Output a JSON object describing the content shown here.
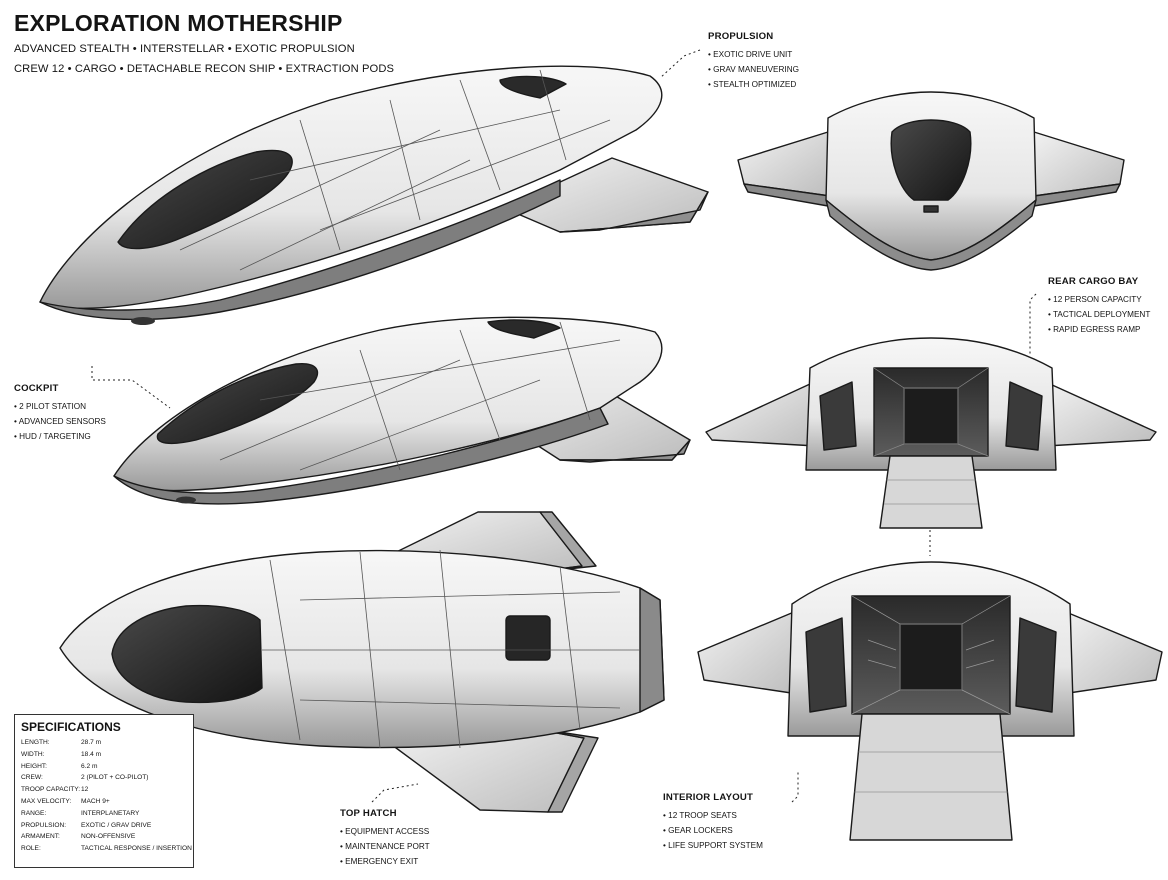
{
  "header": {
    "title": "EXPLORATION MOTHERSHIP",
    "subtitle_1": "ADVANCED STEALTH • INTERSTELLAR • EXOTIC PROPULSION",
    "subtitle_2": "CREW 12 • CARGO • DETACHABLE RECON SHIP • EXTRACTION PODS"
  },
  "callouts": {
    "propulsion": {
      "title": "PROPULSION",
      "items": [
        "• EXOTIC DRIVE UNIT",
        "• GRAV MANEUVERING",
        "• STEALTH OPTIMIZED"
      ]
    },
    "cockpit": {
      "title": "COCKPIT",
      "items": [
        "• 2 PILOT STATION",
        "• ADVANCED SENSORS",
        "• HUD / TARGETING"
      ]
    },
    "rear_cargo_bay": {
      "title": "REAR CARGO BAY",
      "items": [
        "• 12 PERSON CAPACITY",
        "• TACTICAL DEPLOYMENT",
        "• RAPID EGRESS RAMP"
      ]
    },
    "top_hatch": {
      "title": "TOP HATCH",
      "items": [
        "• EQUIPMENT ACCESS",
        "• MAINTENANCE PORT",
        "• EMERGENCY EXIT"
      ]
    },
    "interior_layout": {
      "title": "INTERIOR LAYOUT",
      "items": [
        "• 12 TROOP SEATS",
        "• GEAR LOCKERS",
        "• LIFE SUPPORT SYSTEM"
      ]
    }
  },
  "specifications": {
    "title": "SPECIFICATIONS",
    "rows": [
      {
        "label": "LENGTH:",
        "value": "28.7 m"
      },
      {
        "label": "WIDTH:",
        "value": "18.4 m"
      },
      {
        "label": "HEIGHT:",
        "value": "6.2 m"
      },
      {
        "label": "CREW:",
        "value": "2 (PILOT + CO-PILOT)"
      },
      {
        "label": "TROOP CAPACITY:",
        "value": "12"
      },
      {
        "label": "MAX VELOCITY:",
        "value": "MACH 9+"
      },
      {
        "label": "RANGE:",
        "value": "INTERPLANETARY"
      },
      {
        "label": "PROPULSION:",
        "value": "EXOTIC / GRAV DRIVE"
      },
      {
        "label": "ARMAMENT:",
        "value": "NON-OFFENSIVE"
      },
      {
        "label": "ROLE:",
        "value": "TACTICAL RESPONSE / INSERTION"
      }
    ]
  },
  "colors": {
    "ink": "#141414",
    "hull_light": "#f2f2f2",
    "hull_mid": "#c9c9c9",
    "hull_dark": "#7a7a7a",
    "canopy": "#232323"
  }
}
